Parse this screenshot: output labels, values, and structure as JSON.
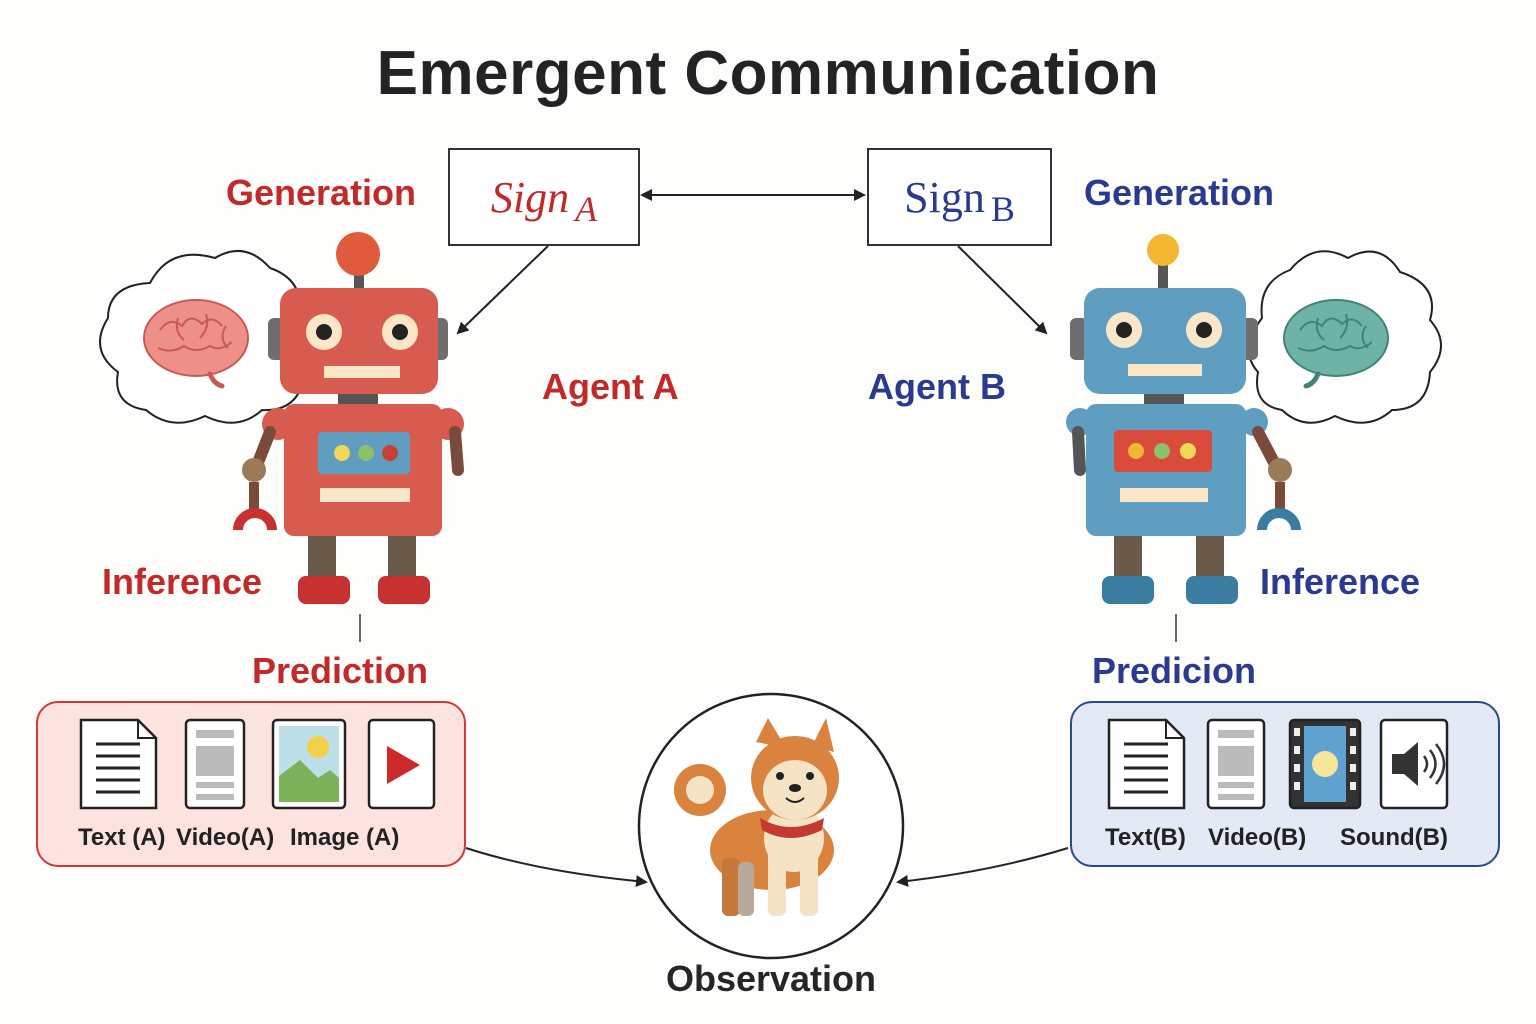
{
  "title": "Emergent Communication",
  "agent_a": {
    "name": "Agent A",
    "generation": "Generation",
    "inference": "Inference",
    "prediction": "Prediction",
    "sign_main": "Sign",
    "sign_sub": "A",
    "modalities": [
      "Text (A)",
      "Video(A)",
      "Image (A)"
    ],
    "color": "#c22a2a"
  },
  "agent_b": {
    "name": "Agent B",
    "generation": "Generation",
    "inference": "Inference",
    "prediction": "Predicion",
    "sign_main": "Sign",
    "sign_sub": "B",
    "modalities": [
      "Text(B)",
      "Video(B)",
      "Sound(B)"
    ],
    "color": "#2a3b8f"
  },
  "observation": "Observation",
  "icons": [
    "brain-icon",
    "robot-icon",
    "document-icon",
    "video-icon",
    "image-icon",
    "play-icon",
    "film-icon",
    "speaker-icon",
    "dog-icon"
  ]
}
